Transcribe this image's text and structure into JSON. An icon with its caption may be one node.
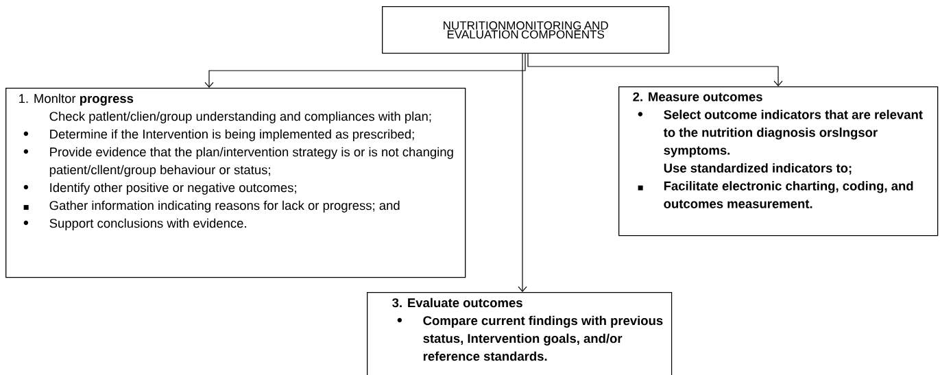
{
  "diagram": {
    "nodes": [
      {
        "text": [
          "NUTRITIONMONITORING AND EVALUATION COMPONENTS"
        ]
      },
      {
        "text": [
          "1. Monltor **progress**",
          "Check patlent/clien/group understanding and compliances with plan;",
          "Determine if the Intervention is being implemented as prescribed;",
          "Provide evidence that the plan/intervention strategy is or is not changing patient/cllent/group behaviour or status;",
          "Identify other positive or negative outcomes;",
          "Gather information indicating reasons for lack or progress; and",
          "Support conclusions with evidence."
        ]
      },
      {
        "text": [
          "2. Measure outcomes",
          "Select outcome indicators that are relevant to the nutrition diagnosis orslngsor symptoms.",
          "Use standardized indicators to;",
          "Facilitate electronic charting, coding, and outcomes measurement."
        ]
      },
      {
        "text": [
          "3. Evaluate outcomes",
          "Compare current findings with previous status, Intervention goals, and/or reference standards."
        ]
      }
    ],
    "edges": [
      {
        "from": 0,
        "to": 1,
        "arrow": "to"
      },
      {
        "from": 0,
        "to": 2,
        "arrow": "to"
      },
      {
        "from": 0,
        "to": 3,
        "arrow": "to"
      }
    ]
  }
}
